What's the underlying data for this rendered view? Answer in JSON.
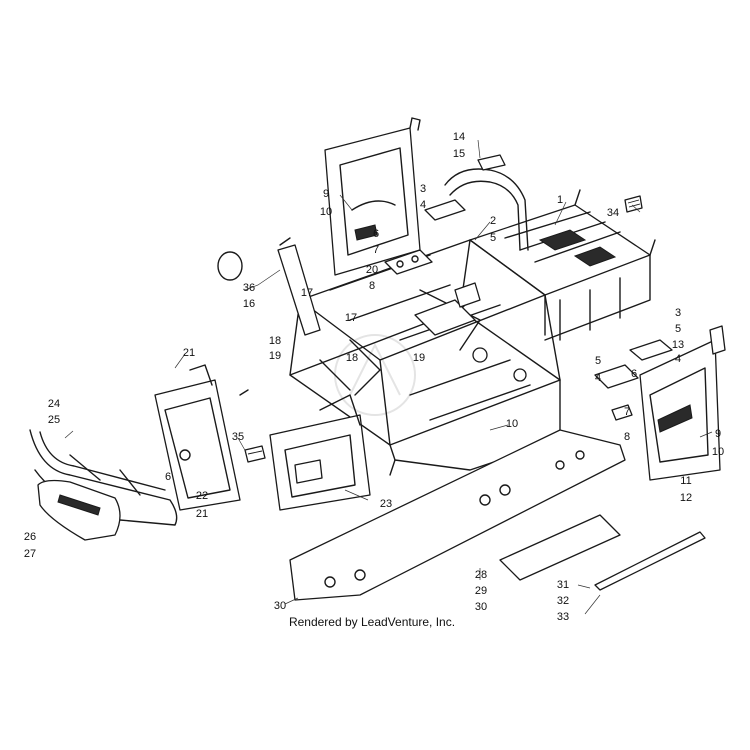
{
  "credit": "Rendered by LeadVenture, Inc.",
  "callouts": [
    "1",
    "2",
    "3",
    "4",
    "5",
    "6",
    "7",
    "8",
    "9",
    "10",
    "11",
    "12",
    "13",
    "14",
    "15",
    "16",
    "17",
    "18",
    "19",
    "20",
    "21",
    "22",
    "23",
    "24",
    "25",
    "26",
    "27",
    "28",
    "29",
    "30",
    "31",
    "32",
    "33",
    "34",
    "35",
    "36"
  ]
}
